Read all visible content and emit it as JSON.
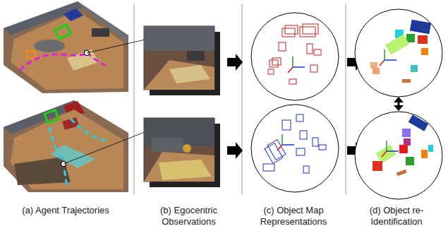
{
  "diagram": {
    "labels": [
      "(a) Agent Trajectories",
      "(b) Egocentric Observations",
      "(c) Object Map Representations",
      "(d) Object re-Identification"
    ]
  }
}
